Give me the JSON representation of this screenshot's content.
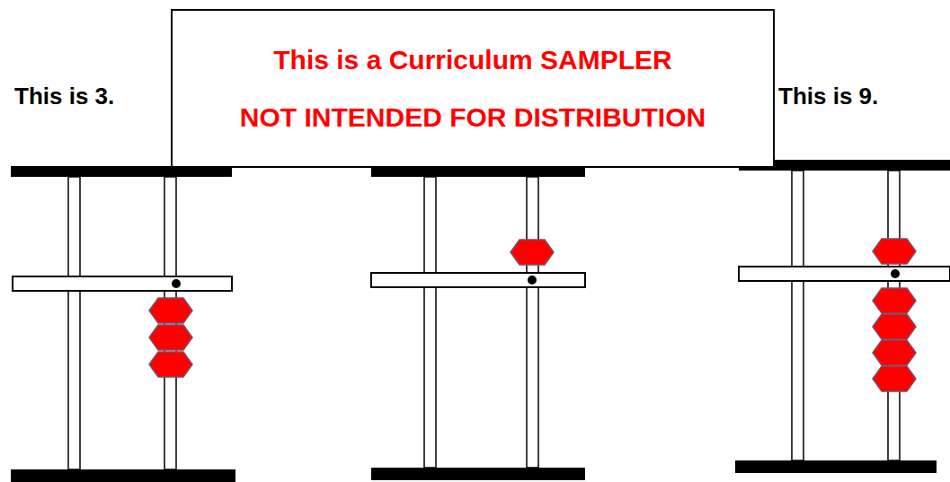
{
  "diagram": {
    "nodes": [
      {
        "text": [
          "This is a Curriculum SAMPLER",
          "NOT INTENDED FOR DISTRIBUTION"
        ]
      }
    ],
    "labels": [
      "This is 3.",
      "This is 9."
    ]
  }
}
